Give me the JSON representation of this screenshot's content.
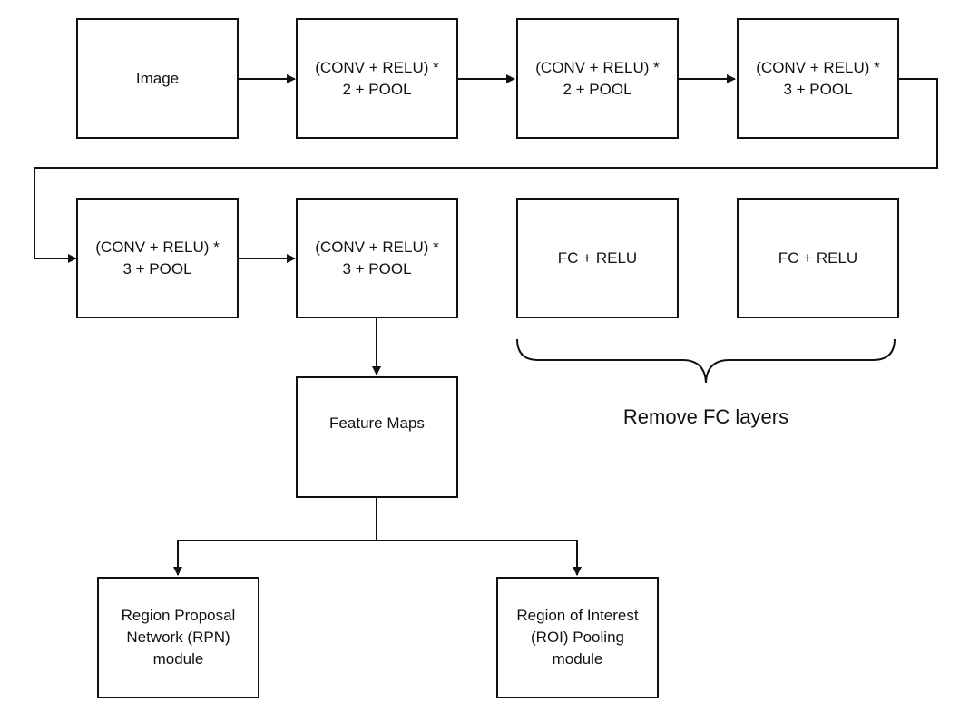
{
  "nodes": {
    "image": "Image",
    "conv_block_1": "(CONV + RELU) *\n2 + POOL",
    "conv_block_2": "(CONV + RELU) *\n2 + POOL",
    "conv_block_3": "(CONV + RELU) *\n3 + POOL",
    "conv_block_4": "(CONV + RELU) *\n3 + POOL",
    "conv_block_5": "(CONV + RELU) *\n3 + POOL",
    "fc_1": "FC + RELU",
    "fc_2": "FC + RELU",
    "feature_maps": "Feature Maps",
    "rpn_module": "Region Proposal\nNetwork (RPN)\nmodule",
    "roi_module": "Region of Interest\n(ROI) Pooling\nmodule"
  },
  "annotations": {
    "remove_fc": "Remove FC layers"
  },
  "edges": [
    {
      "from": "image",
      "to": "conv_block_1"
    },
    {
      "from": "conv_block_1",
      "to": "conv_block_2"
    },
    {
      "from": "conv_block_2",
      "to": "conv_block_3"
    },
    {
      "from": "conv_block_3",
      "to": "conv_block_4"
    },
    {
      "from": "conv_block_4",
      "to": "conv_block_5"
    },
    {
      "from": "conv_block_5",
      "to": "feature_maps"
    },
    {
      "from": "feature_maps",
      "to": "rpn_module"
    },
    {
      "from": "feature_maps",
      "to": "roi_module"
    }
  ],
  "colors": {
    "stroke": "#111111",
    "background": "#ffffff"
  }
}
